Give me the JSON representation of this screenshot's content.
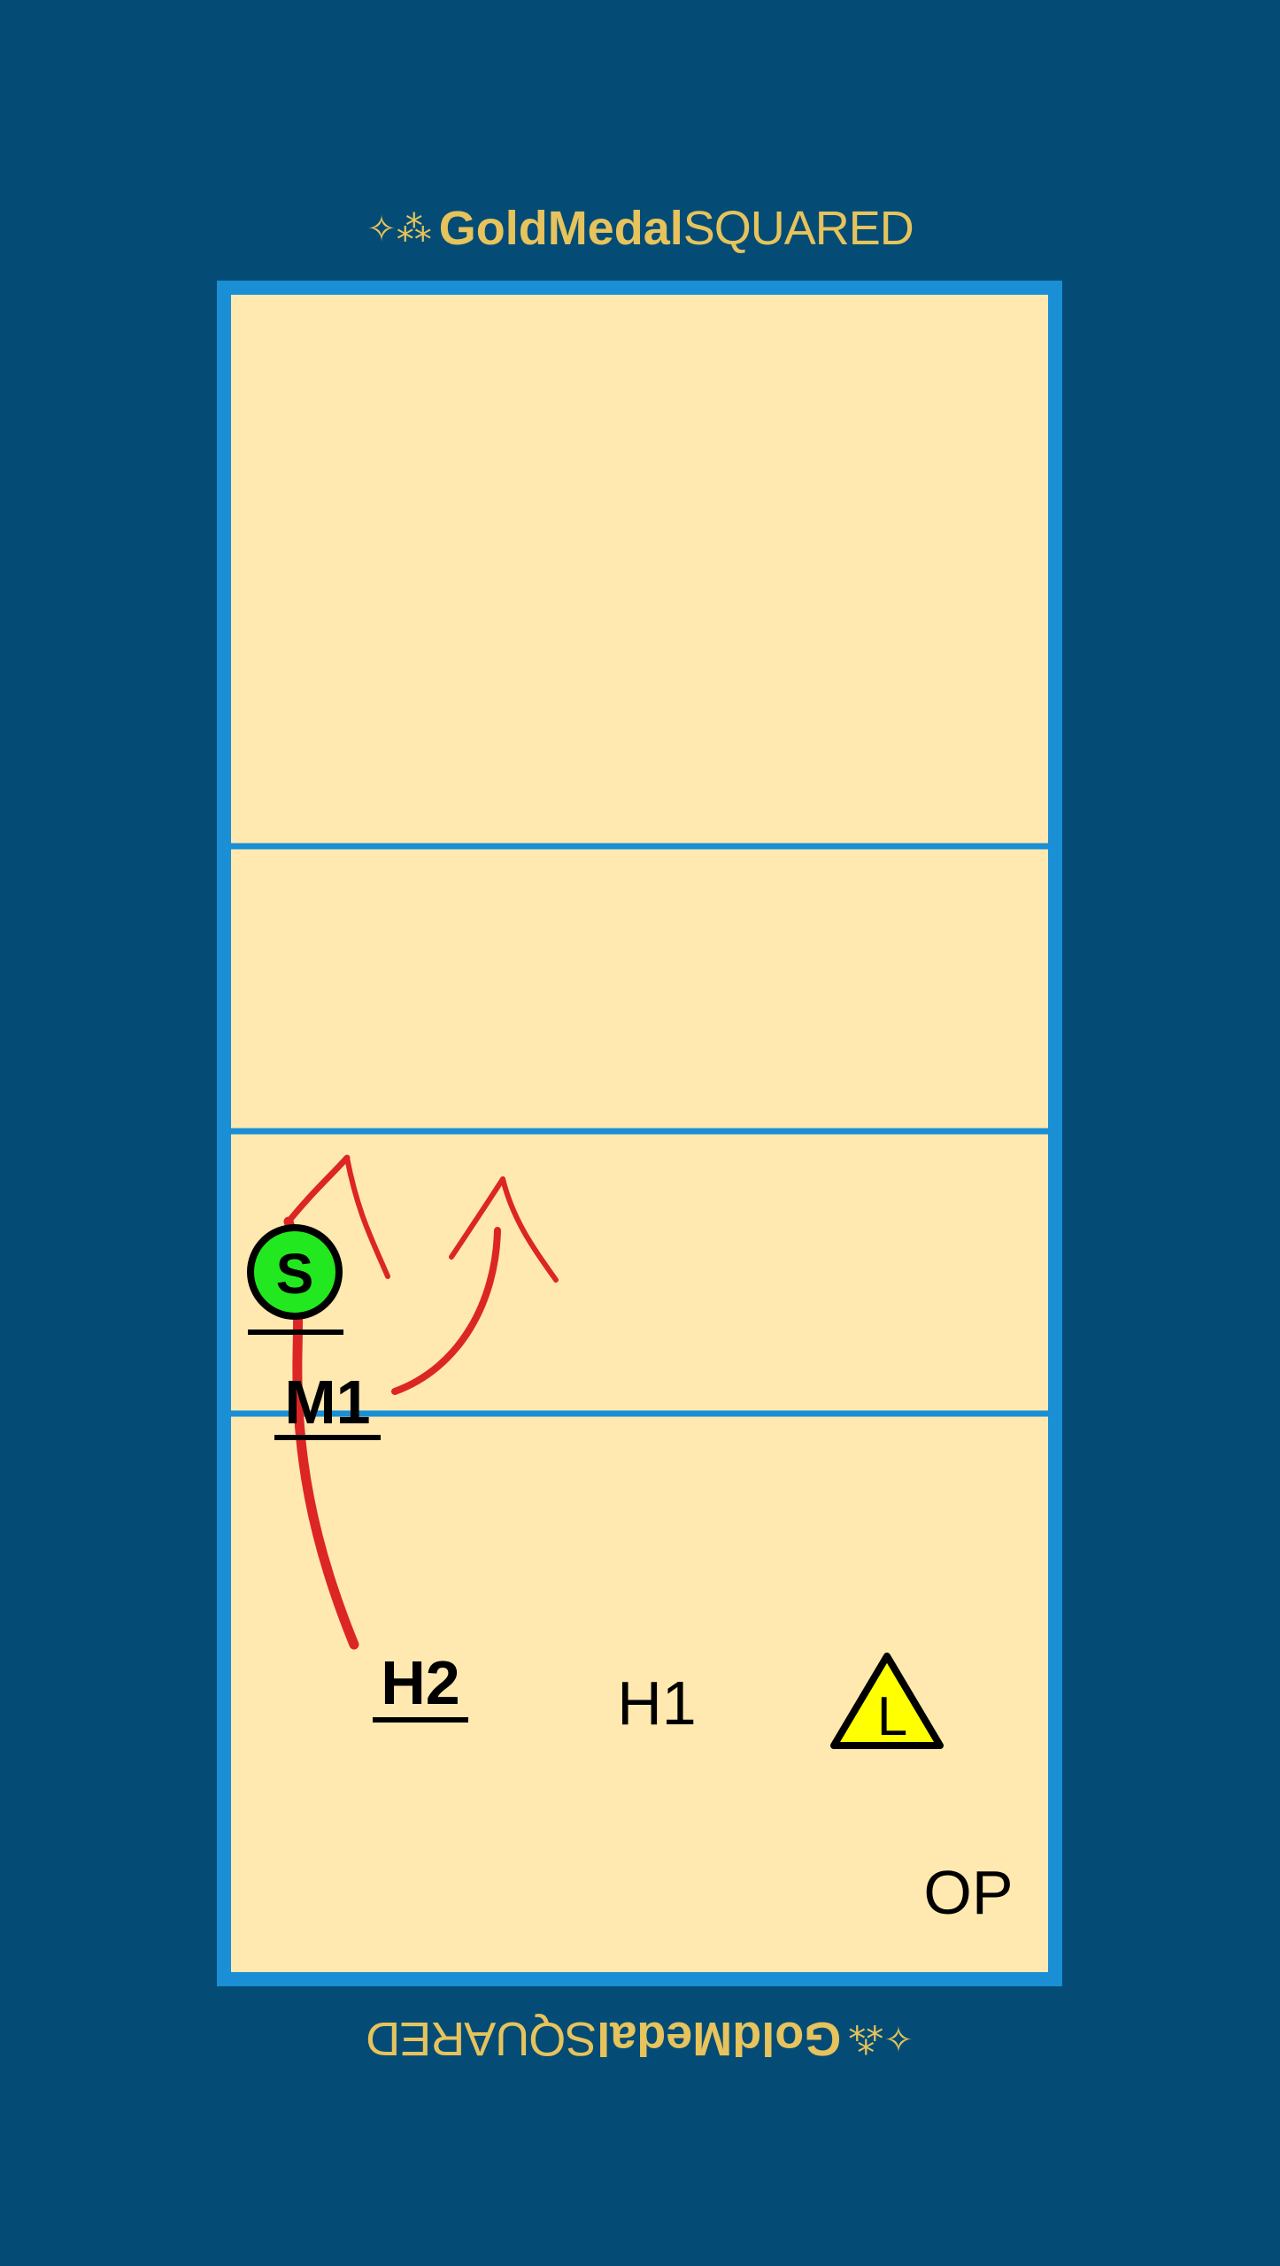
{
  "brand": {
    "logo_bold": "GoldMedal",
    "logo_light": "SQUARED",
    "logo_color": "#e6c35c"
  },
  "colors": {
    "background": "#044c75",
    "court_fill": "#ffe9b0",
    "court_lines": "#1a8fd6",
    "arrow": "#dc2626",
    "setter_fill": "#22e81f",
    "libero_fill": "#ffff00"
  },
  "players": {
    "setter": {
      "label": "S",
      "icon": "circle-icon"
    },
    "m1": {
      "label": "M1"
    },
    "h2": {
      "label": "H2"
    },
    "h1": {
      "label": "H1"
    },
    "libero": {
      "label": "L",
      "icon": "triangle-icon"
    },
    "op": {
      "label": "OP"
    }
  },
  "arrows": [
    {
      "from": "h2",
      "icon": "curved-arrow-icon"
    },
    {
      "from": "m1",
      "icon": "curved-arrow-icon"
    }
  ]
}
